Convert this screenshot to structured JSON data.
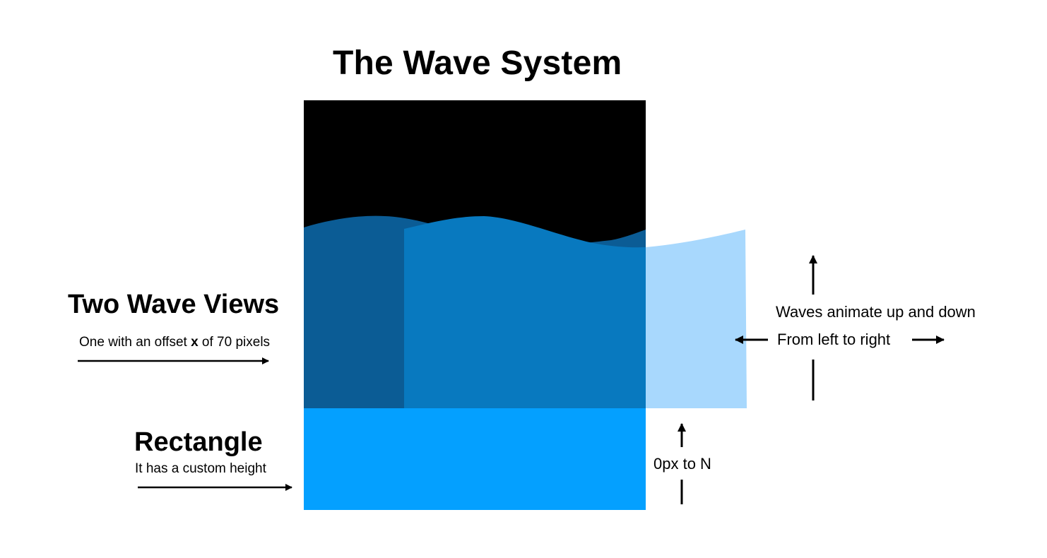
{
  "title": "The Wave System",
  "wave_views": {
    "heading": "Two Wave Views",
    "note_prefix": "One with an offset ",
    "note_var": "x",
    "note_suffix": " of 70 pixels"
  },
  "rectangle": {
    "heading": "Rectangle",
    "note": "It has a custom height"
  },
  "animation": {
    "vertical": "Waves animate up and down",
    "horizontal": "From left to right"
  },
  "height_range": "0px to N",
  "colors": {
    "background_box": "#000000",
    "back_wave": "#0B5C95",
    "front_wave": "#0879BF",
    "front_wave_light": "#A8D8FD",
    "rectangle": "#04A0FF",
    "arrow": "#000000"
  }
}
